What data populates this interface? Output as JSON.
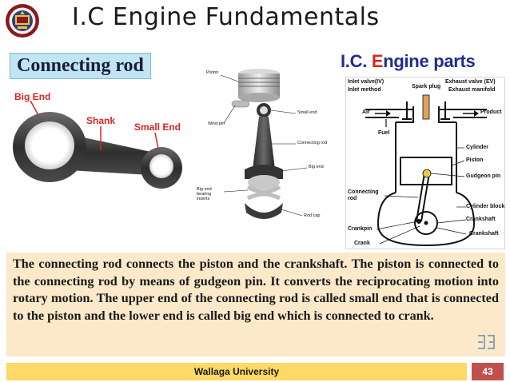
{
  "header": {
    "title": "I.C Engine Fundamentals",
    "logo_icon": "university-seal-icon"
  },
  "connecting_rod_panel": {
    "title": "Connecting rod",
    "labels": {
      "big_end": "Big End",
      "shank": "Shank",
      "small_end": "Small End"
    },
    "label_color": "#d7261e"
  },
  "exploded_view": {
    "labels": {
      "piston": "Piston",
      "wrist_pin": "Wrist pin",
      "small_end": "Small end",
      "connecting_rod": "Connecting rod",
      "big_end": "Big end",
      "bearing_inserts": "Big end\nbearing inserts",
      "rod_cap": "Rod cap"
    }
  },
  "engine_parts": {
    "title_prefix": "I.C. ",
    "title_highlight": "E",
    "title_rest": "ngine parts",
    "labels": {
      "inlet_valve": "Inlet valve(IV)",
      "inlet_method": "Inlet method",
      "spark_plug": "Spark plug",
      "exhaust_valve": "Exhaust valve (EV)",
      "exhaust_manifold": "Exhaust manifold",
      "air": "Air",
      "product": "Product",
      "fuel": "Fuel",
      "cylinder": "Cylinder",
      "piston": "Piston",
      "gudgeon_pin": "Gudgeon pin",
      "connecting_rod": "Connecting\nrod",
      "cylinder_block": "Cylinder block",
      "crankshaft_1": "Crankshaft",
      "crankpin": "Crankpin",
      "crankshaft_2": "Crankshaft",
      "crank": "Crank"
    }
  },
  "description": {
    "text": "The connecting rod connects the piston and the crankshaft. The piston is connected to the connecting rod by means of gudgeon pin.  It converts the reciprocating motion into rotary motion. The upper end of the connecting rod is called small end that is connected to the piston and the lower end is called big end which is connected to crank.",
    "background": "#fbe9c9"
  },
  "footer": {
    "university": "Wallaga University",
    "page_number": "43",
    "bar_color": "#ffd966",
    "page_color": "#c0504d"
  }
}
